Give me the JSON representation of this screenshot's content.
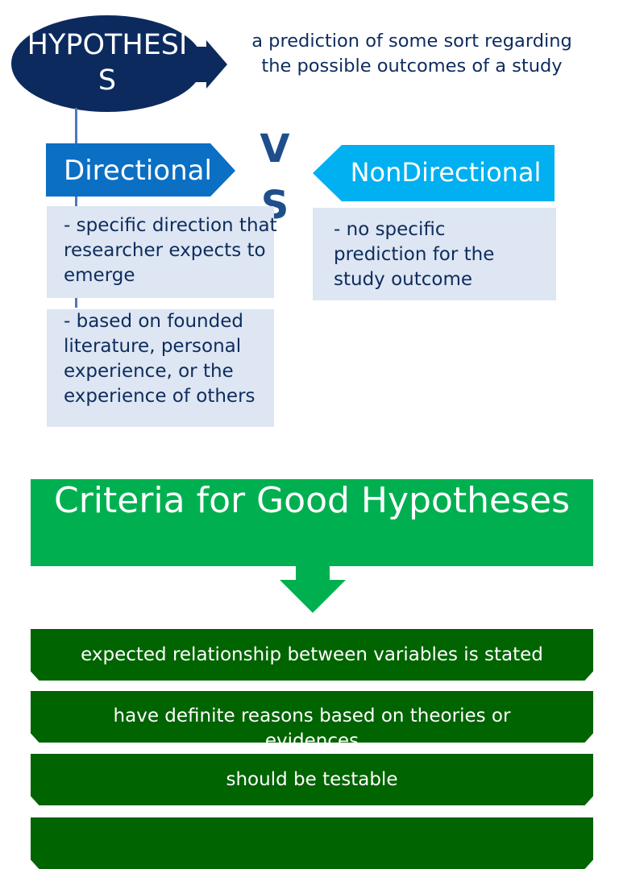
{
  "hypothesis": {
    "title": "HYPOTHESIS",
    "definition": "a prediction of some sort regarding the possible outcomes of a study"
  },
  "vs_label": "VS",
  "directional": {
    "label": "Directional",
    "points": [
      "- specific direction that researcher expects to emerge",
      "- based on founded literature, personal experience, or the experience of others"
    ]
  },
  "nondirectional": {
    "label": "NonDirectional",
    "points": [
      "- no specific prediction for the study outcome"
    ]
  },
  "criteria": {
    "title": "Criteria for Good Hypotheses",
    "items": [
      "expected relationship between variables is stated",
      "have definite reasons based on theories or evidences",
      "should be testable",
      ""
    ]
  },
  "colors": {
    "navy": "#0c2a5e",
    "directional_blue": "#0b6fc4",
    "nondirectional_blue": "#00b0f0",
    "light_box": "#dde6f2",
    "criteria_green": "#00b050",
    "item_dark_green": "#006400"
  }
}
